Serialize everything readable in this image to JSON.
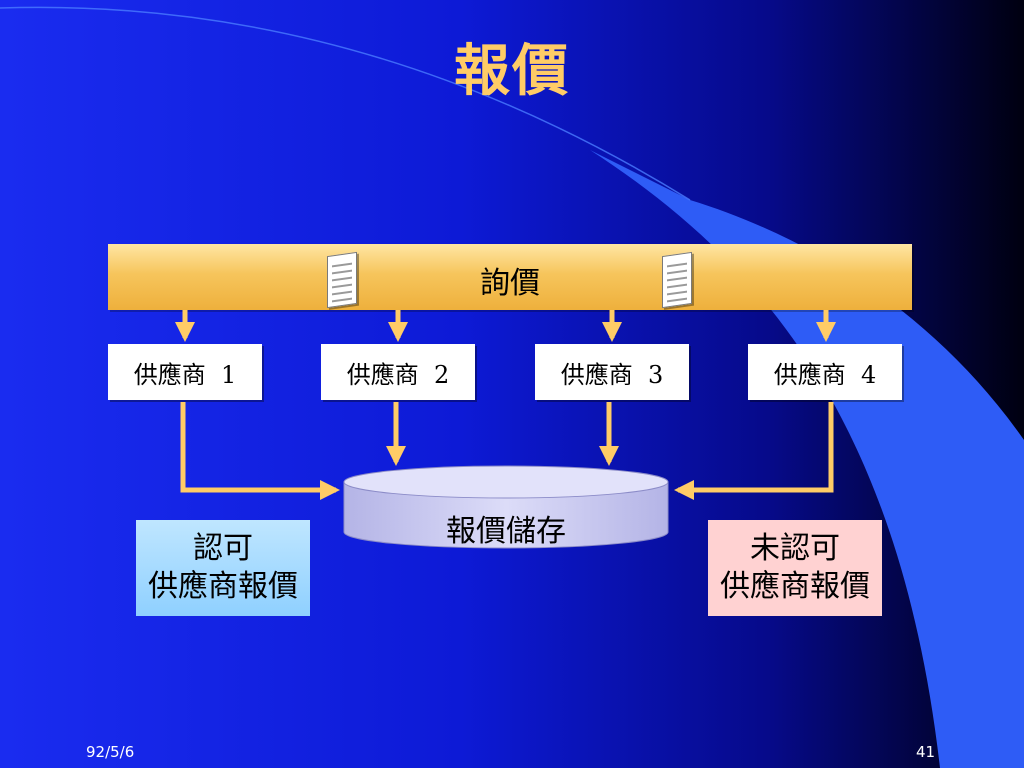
{
  "slide": {
    "title": "報價",
    "date": "92/5/6",
    "page_number": "41"
  },
  "inquiry": {
    "label": "詢價"
  },
  "suppliers": [
    {
      "label": "供應商  1"
    },
    {
      "label": "供應商  2"
    },
    {
      "label": "供應商  3"
    },
    {
      "label": "供應商  4"
    }
  ],
  "storage": {
    "label": "報價儲存"
  },
  "notes": {
    "approved": {
      "line1": "認可",
      "line2": "供應商報價"
    },
    "unapproved": {
      "line1": "未認可",
      "line2": "供應商報價"
    }
  },
  "colors": {
    "title": "#ffcc66",
    "arrow": "#ffcc66",
    "inquiry_bar": "#f6c55c",
    "approved_box": "#8fd0ff",
    "unapproved_box": "#ffd2d2",
    "storage": "#c9c9f0"
  }
}
